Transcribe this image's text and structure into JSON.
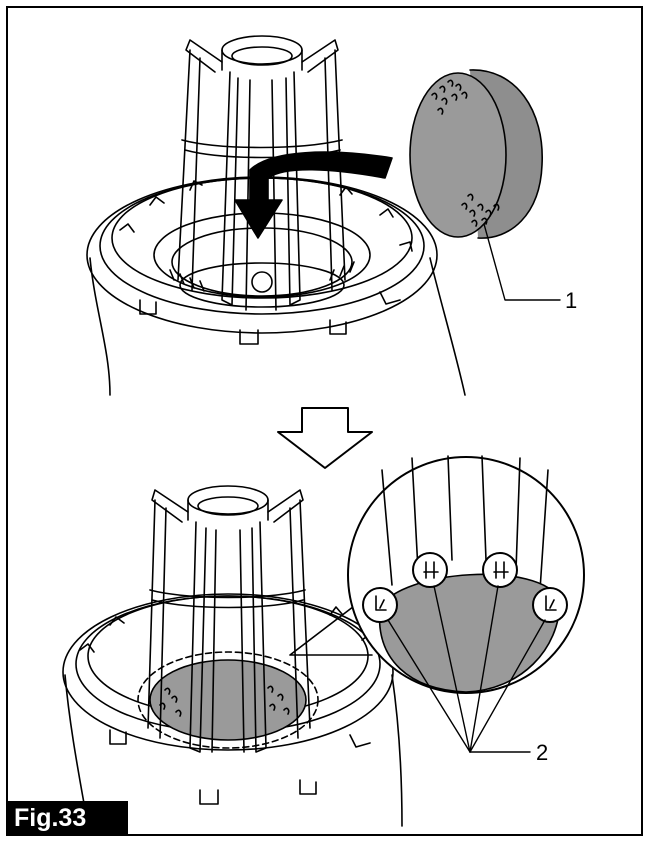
{
  "figure": {
    "label": "Fig.33",
    "callouts": [
      {
        "id": "filter-pad",
        "text": "1"
      },
      {
        "id": "retaining-tabs",
        "text": "2"
      }
    ]
  },
  "colors": {
    "line": "#000000",
    "pad_fill": "#9a9a9a",
    "background": "#ffffff",
    "label_bg": "#000000",
    "label_text": "#ffffff"
  },
  "steps": [
    {
      "id": "insert-pad",
      "arrow": "curved-insert-arrow"
    },
    {
      "id": "pad-installed",
      "arrow": "down-transition-arrow"
    }
  ]
}
